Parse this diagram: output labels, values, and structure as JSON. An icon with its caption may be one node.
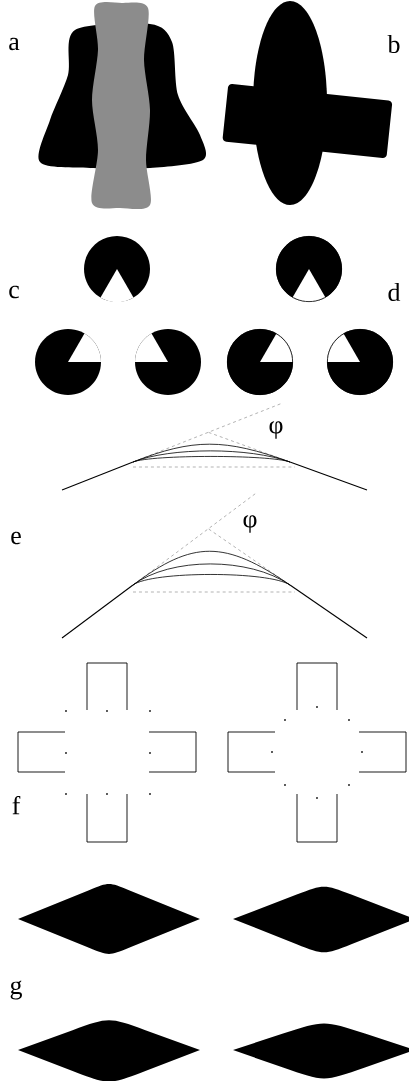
{
  "diagram": {
    "labels": [
      "a",
      "b",
      "c",
      "d",
      "φ",
      "e",
      "φ",
      "f",
      "g"
    ]
  }
}
